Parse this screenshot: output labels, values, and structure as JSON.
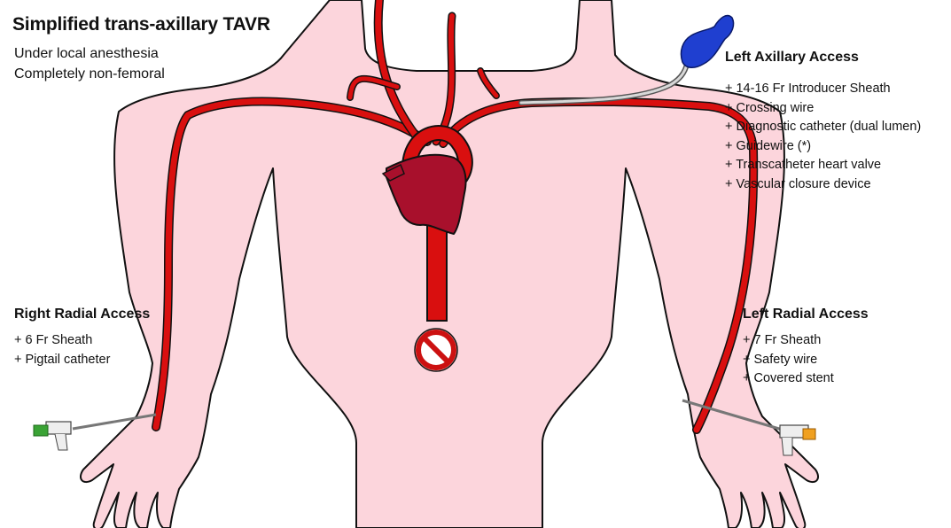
{
  "title": "Simplified trans-axillary TAVR",
  "subtitle_lines": [
    "Under local anesthesia",
    "Completely non-femoral"
  ],
  "left_axillary": {
    "heading": "Left Axillary Access",
    "items": [
      "+ 14-16 Fr Introducer Sheath",
      "+ Crossing wire",
      "+ Diagnostic catheter (dual lumen)",
      "+ Guidewire (*)",
      "+ Transcatheter heart valve",
      "+ Vascular closure device"
    ]
  },
  "right_radial": {
    "heading": "Right Radial Access",
    "items": [
      "+ 6 Fr Sheath",
      "+ Pigtail catheter"
    ]
  },
  "left_radial": {
    "heading": "Left Radial Access",
    "items": [
      "+ 7 Fr Sheath",
      "+ Safety wire",
      "+ Covered stent"
    ]
  },
  "colors": {
    "skin": "#fcd5dc",
    "outline": "#111111",
    "artery": "#d90f0f",
    "heart": "#a8102c",
    "axillary_sheath_hub": "#1f3fd0",
    "right_sheath_hub": "#3aa335",
    "left_sheath_hub": "#f0a020",
    "no_entry_sign": "#cc1111"
  }
}
